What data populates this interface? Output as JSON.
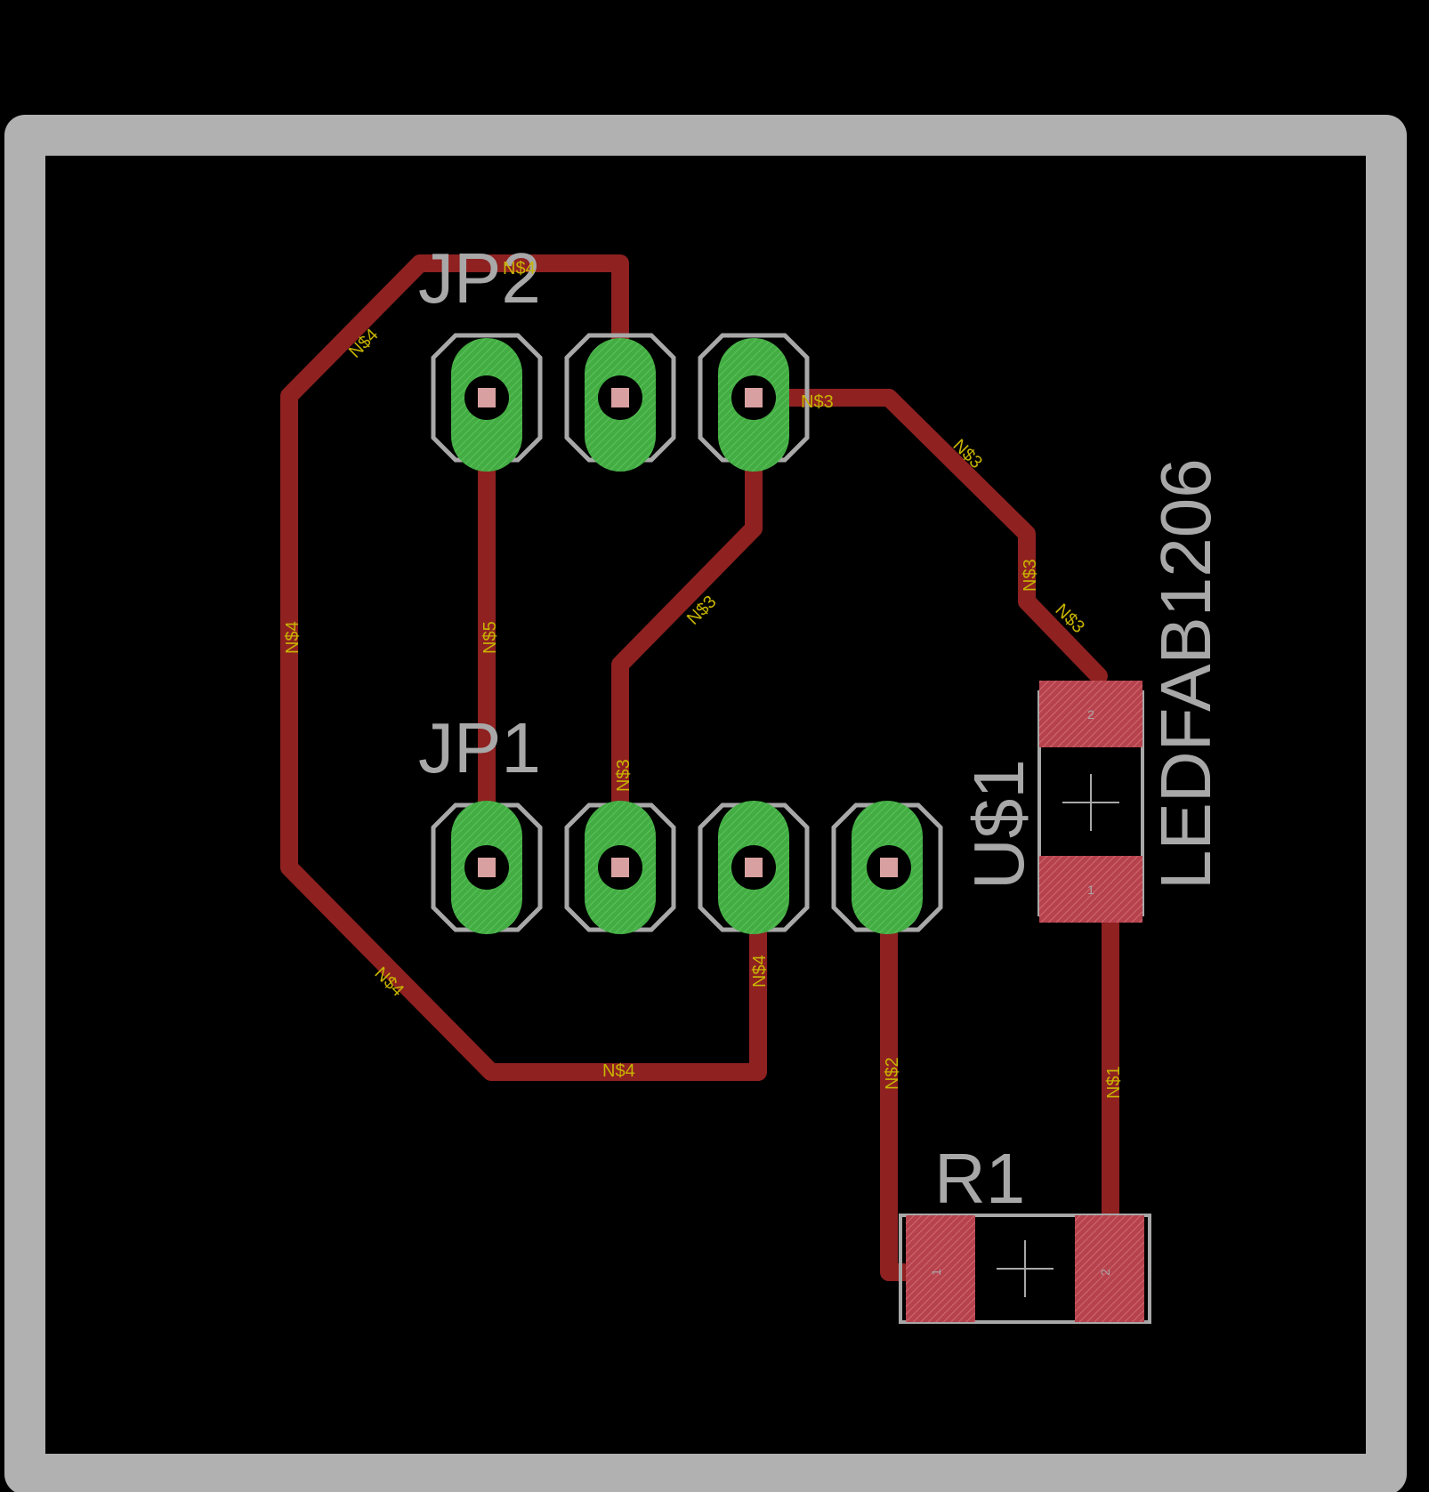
{
  "colors": {
    "background": "#000000",
    "outline": "#b1b1b1",
    "trace": "#8f2121",
    "pad": "#4bb34b",
    "smd_pad": "#b5424c",
    "silk": "#a8a8a8",
    "net_label": "#c8b400"
  },
  "components": {
    "jp2": {
      "label": "JP2",
      "pins": 3
    },
    "jp1": {
      "label": "JP1",
      "pins": 4
    },
    "u1": {
      "label": "U$1",
      "value": "LEDFAB1206",
      "pads": [
        "2",
        "1"
      ]
    },
    "r1": {
      "label": "R1",
      "pads": [
        "1",
        "2"
      ]
    }
  },
  "nets": {
    "n1": "N$1",
    "n2": "N$2",
    "n3": "N$3",
    "n4": "N$4",
    "n5": "N$5"
  }
}
